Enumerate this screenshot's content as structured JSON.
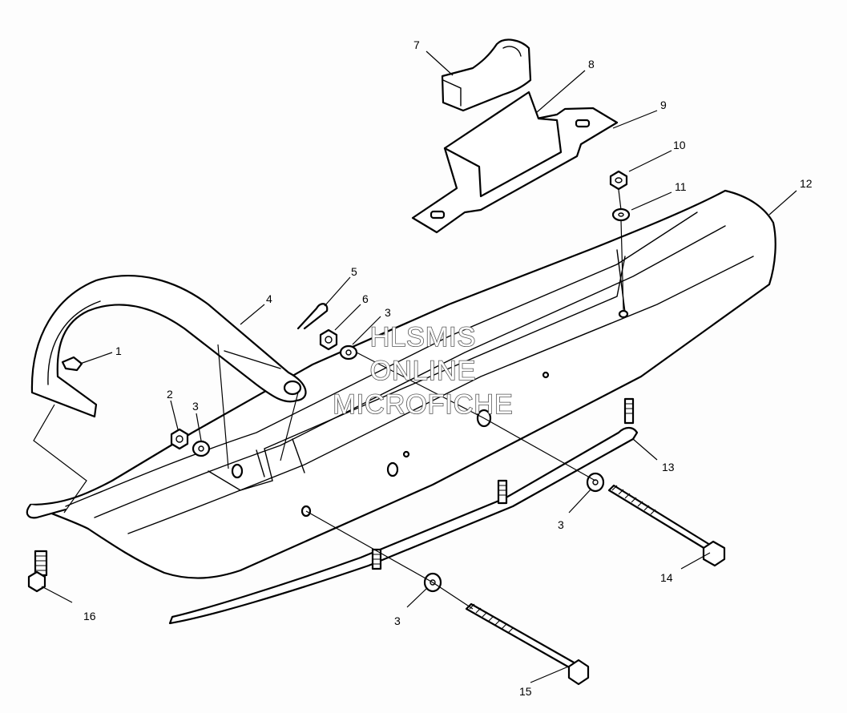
{
  "watermark": {
    "line1": "HLSMIS",
    "line2": "ONLINE",
    "line3": "MICROFICHE"
  },
  "callouts": [
    {
      "id": "c7",
      "label": "7"
    },
    {
      "id": "c8",
      "label": "8"
    },
    {
      "id": "c9",
      "label": "9"
    },
    {
      "id": "c10",
      "label": "10"
    },
    {
      "id": "c11",
      "label": "11"
    },
    {
      "id": "c12",
      "label": "12"
    },
    {
      "id": "c5",
      "label": "5"
    },
    {
      "id": "c6",
      "label": "6"
    },
    {
      "id": "c3a",
      "label": "3"
    },
    {
      "id": "c4",
      "label": "4"
    },
    {
      "id": "c1",
      "label": "1"
    },
    {
      "id": "c2",
      "label": "2"
    },
    {
      "id": "c3b",
      "label": "3"
    },
    {
      "id": "c13",
      "label": "13"
    },
    {
      "id": "c3c",
      "label": "3"
    },
    {
      "id": "c14",
      "label": "14"
    },
    {
      "id": "c16",
      "label": "16"
    },
    {
      "id": "c3d",
      "label": "3"
    },
    {
      "id": "c15",
      "label": "15"
    }
  ]
}
